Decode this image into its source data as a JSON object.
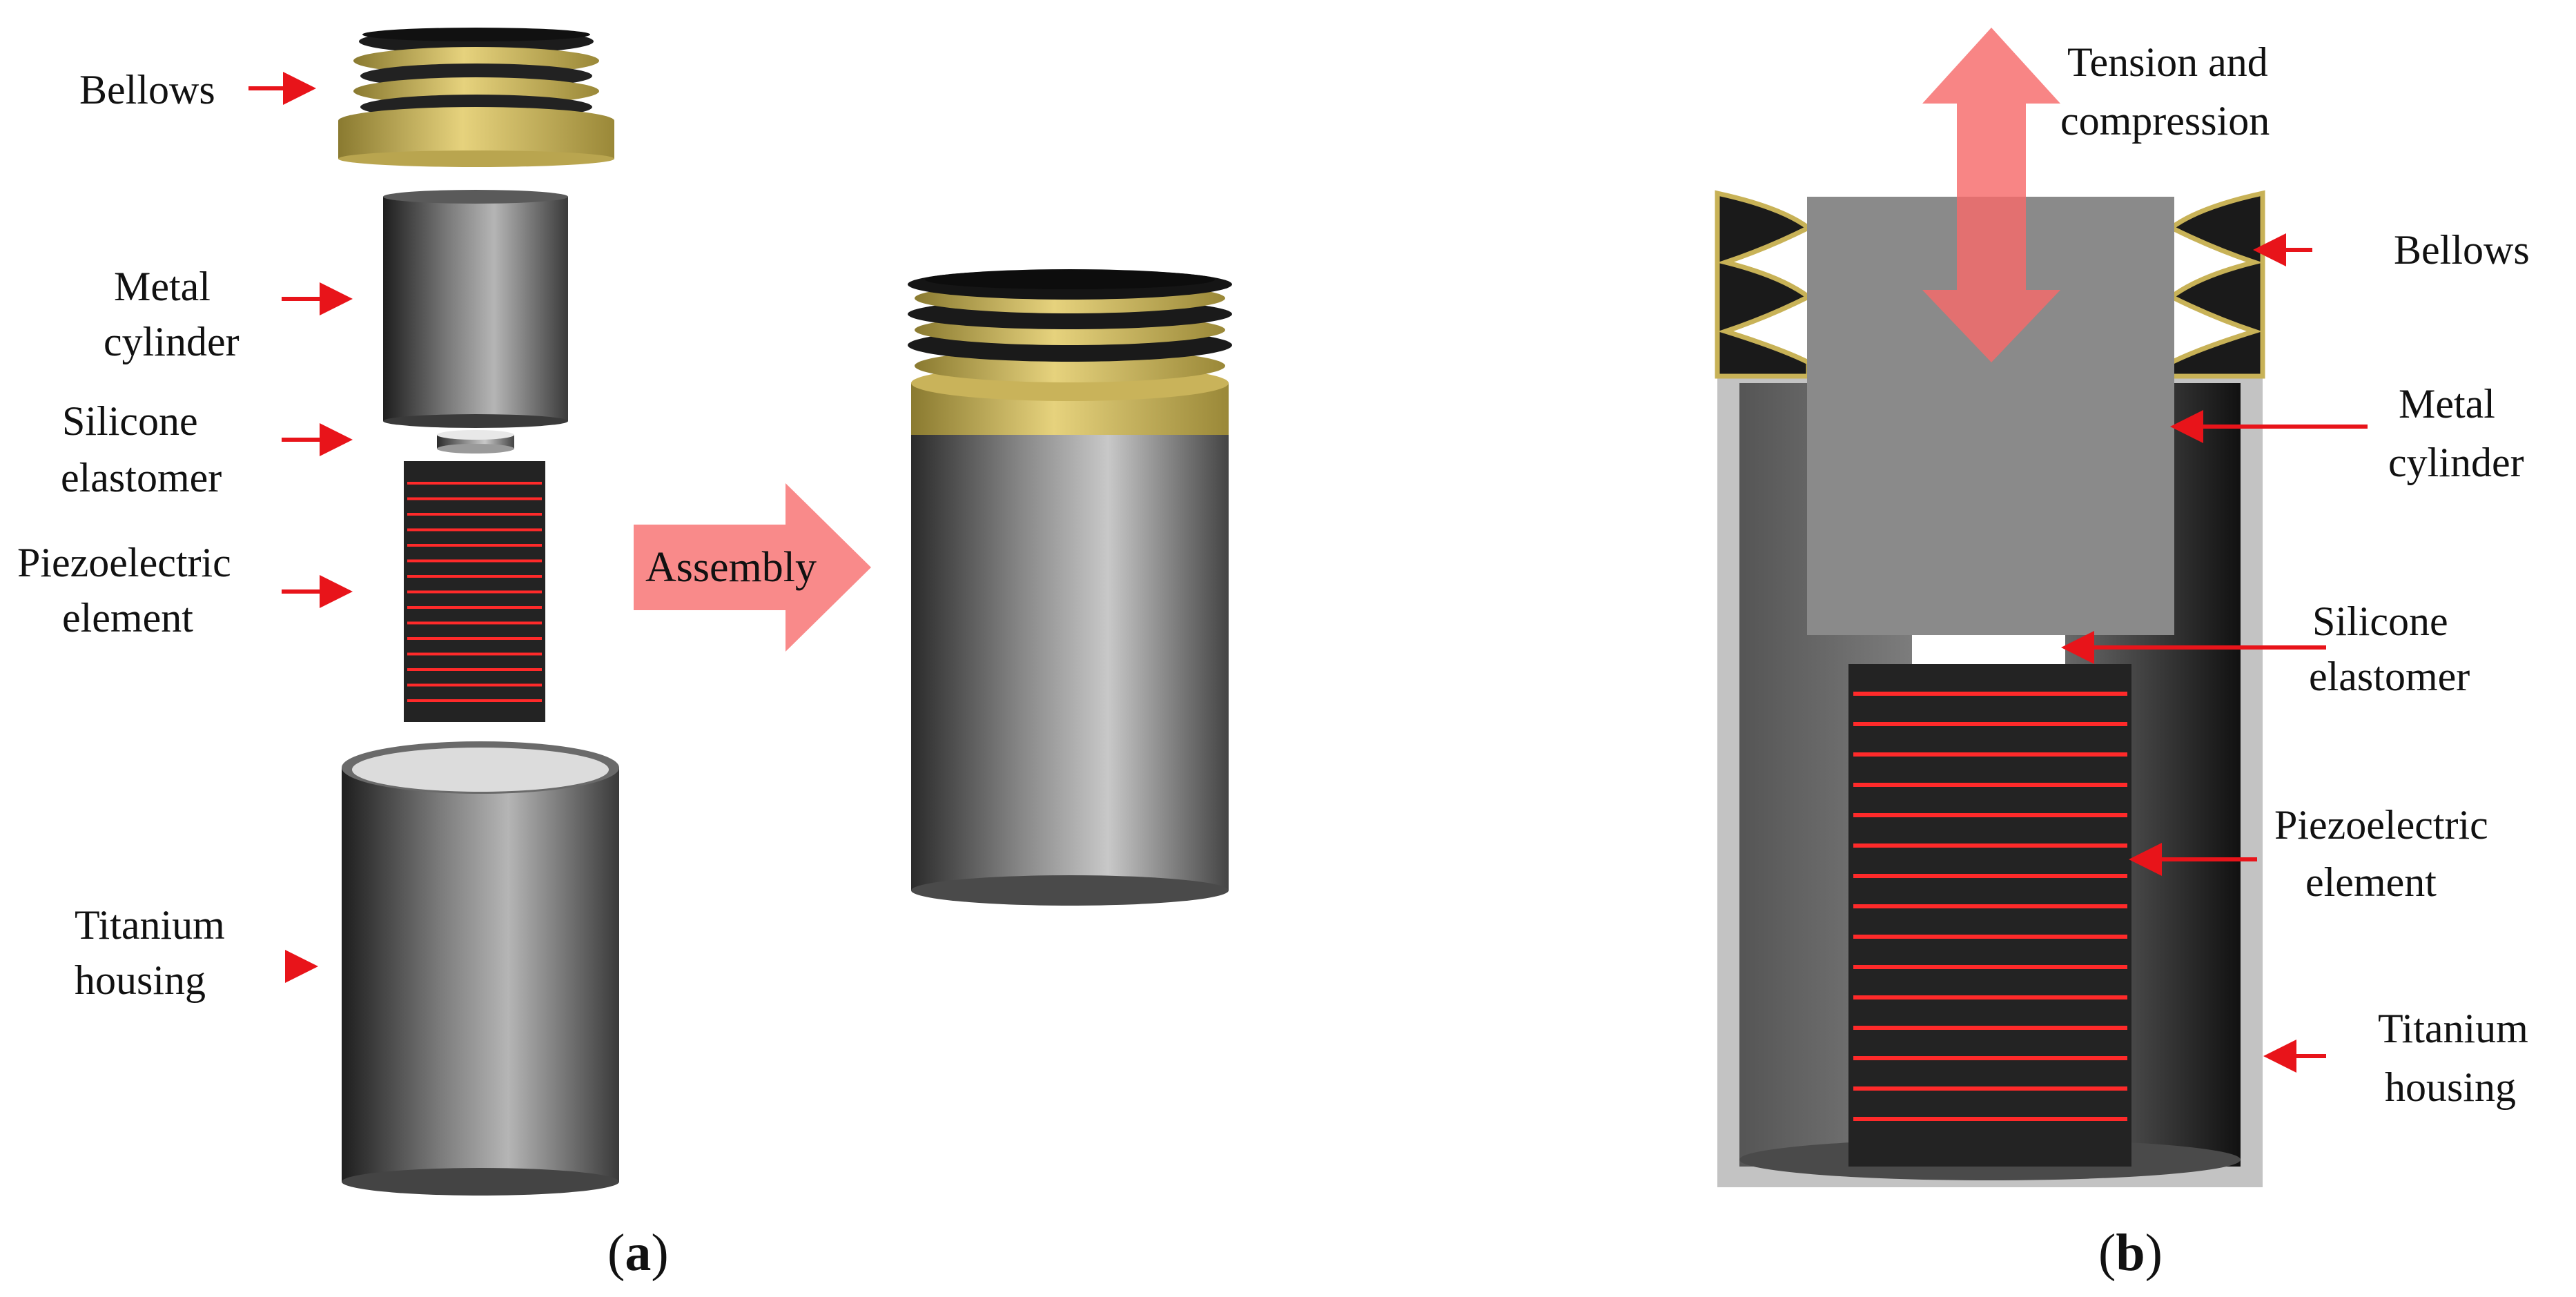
{
  "panel_a": {
    "labels": {
      "bellows": "Bellows",
      "metal_cylinder": [
        "Metal",
        "cylinder"
      ],
      "silicone_elastomer": [
        "Silicone",
        "elastomer"
      ],
      "piezoelectric_element": [
        "Piezoelectric",
        "element"
      ],
      "titanium_housing": [
        "Titanium",
        "housing"
      ]
    },
    "assembly_label": "Assembly",
    "caption": {
      "open": "(",
      "letter": "a",
      "close": ")"
    }
  },
  "panel_b": {
    "labels": {
      "tension": [
        "Tension and",
        "compression"
      ],
      "bellows": "Bellows",
      "metal_cylinder": [
        "Metal",
        "cylinder"
      ],
      "silicone_elastomer": [
        "Silicone",
        "elastomer"
      ],
      "piezoelectric_element": [
        "Piezoelectric",
        "element"
      ],
      "titanium_housing": [
        "Titanium",
        "housing"
      ]
    },
    "caption": {
      "open": "(",
      "letter": "b",
      "close": ")"
    }
  },
  "colors": {
    "callout_arrow": "#e8141a",
    "gold": "#d9c16a",
    "piezo_stripe": "#ff2a2a",
    "assembly_arrow": "#f98a8a",
    "dark": "#2a2a2a"
  }
}
